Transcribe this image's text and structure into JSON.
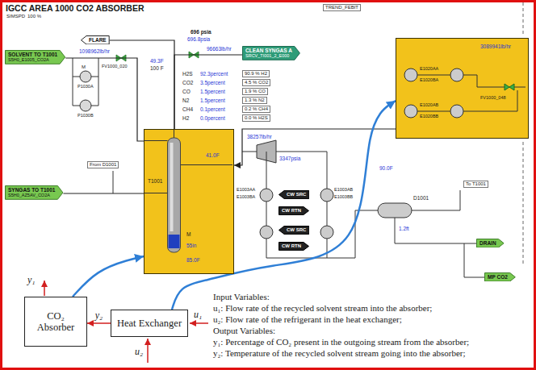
{
  "diagram": {
    "title": "IGCC AREA 1000 CO2 ABSORBER",
    "nodes": [
      {
        "text": [
          "FLARE"
        ]
      },
      {
        "text": [
          "CLEAN SYNGAS A",
          "SRCV_TI001_2_E000"
        ]
      },
      {
        "text": [
          "SOLVENT TO T1001",
          "S5H0_E1005_CO2A"
        ]
      },
      {
        "text": [
          "3089941lb/hr",
          "E1020AA",
          "E1020BA",
          "E1020AB",
          "E1020BB",
          "FV1000_048"
        ]
      },
      {
        "text": [
          "T1001",
          "M",
          "55in",
          "85.0F",
          "41.0F"
        ]
      },
      {
        "text": [
          "SYNGAS TO T1001",
          "S5H0_AZ5AV_CO2A"
        ]
      },
      {
        "text": [
          "CW SRC"
        ]
      },
      {
        "text": [
          "CW RTN"
        ]
      },
      {
        "text": [
          "CW SRC"
        ]
      },
      {
        "text": [
          "CW RTN"
        ]
      },
      {
        "text": [
          "DRAIN"
        ]
      },
      {
        "text": [
          "MP CO2"
        ]
      },
      {
        "text": [
          "CO₂ Absorber"
        ]
      },
      {
        "text": [
          "Heat Exchanger"
        ]
      }
    ],
    "edges": [
      {
        "from": 4,
        "to": 0,
        "arrow": "none"
      },
      {
        "from": 4,
        "to": 1,
        "arrow": "none"
      },
      {
        "from": 2,
        "to": 4,
        "arrow": "none"
      },
      {
        "from": 5,
        "to": 4,
        "arrow": "none"
      },
      {
        "from": 3,
        "to": 4,
        "arrow": "to"
      },
      {
        "from": 12,
        "to": 4,
        "arrow": "to"
      },
      {
        "from": 13,
        "to": 3,
        "arrow": "to"
      },
      {
        "from": 13,
        "to": 12,
        "arrow": "to",
        "label": "y₂"
      }
    ],
    "labels": [
      "SIMSPD",
      "100 %",
      "696 psia",
      "696.8psia",
      "96663lb/hr",
      "1098962lb/hr",
      "M",
      "P1030A",
      "P1030B",
      "FV1000_020",
      "49.3F",
      "100 F",
      "H2S",
      "CO2",
      "CO",
      "N2",
      "CH4",
      "H2",
      "92.3percent",
      "3.5percent",
      "1.5percent",
      "1.5percent",
      "0.1percent",
      "0.0percent",
      "90.9 % H2",
      "4.5 % CO2",
      "1.9 % CO",
      "1.3 % N2",
      "0.2 % CH4",
      "0.0 % H2S",
      "TREND_FEBIT",
      "From D1001",
      "38257lb/hr",
      "3347psia",
      "E1003AA",
      "E1003BA",
      "E1003AB",
      "E1003BB",
      "90.0F",
      "D1001",
      "1.2ft",
      "To T1001",
      "y₁",
      "u₁",
      "u₂",
      "Input Variables:",
      "u₁: Flow rate of the recycled solvent stream into the absorber;",
      "u₂: Flow rate of the refrigerant in the heat exchanger;",
      "Output Variables:",
      "y₁: Percentage of CO₂ present in the outgoing stream from the absorber;",
      "y₂: Temperature of the recycled solvent stream going into the absorber;"
    ]
  }
}
